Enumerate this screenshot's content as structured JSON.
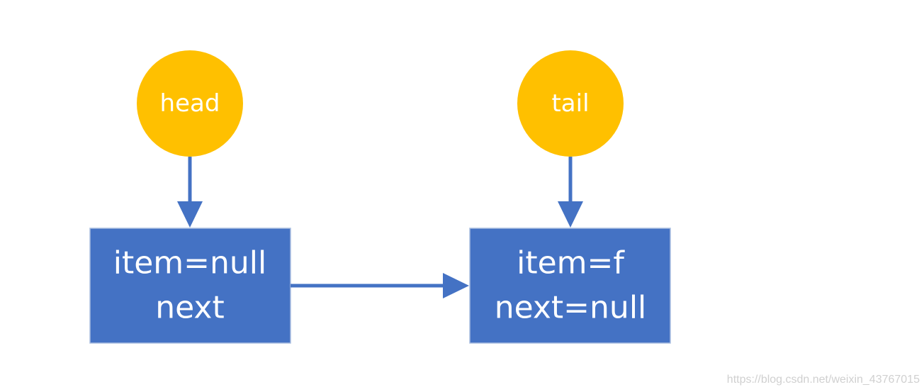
{
  "pointers": {
    "head": {
      "label": "head"
    },
    "tail": {
      "label": "tail"
    }
  },
  "nodes": [
    {
      "item_label": "item=null",
      "next_label": "next"
    },
    {
      "item_label": "item=f",
      "next_label": "next=null"
    }
  ],
  "colors": {
    "pointer": "#FFC000",
    "node": "#4472C4",
    "arrow": "#4472C4",
    "text": "#FFFFFF"
  },
  "watermark": "https://blog.csdn.net/weixin_43767015"
}
